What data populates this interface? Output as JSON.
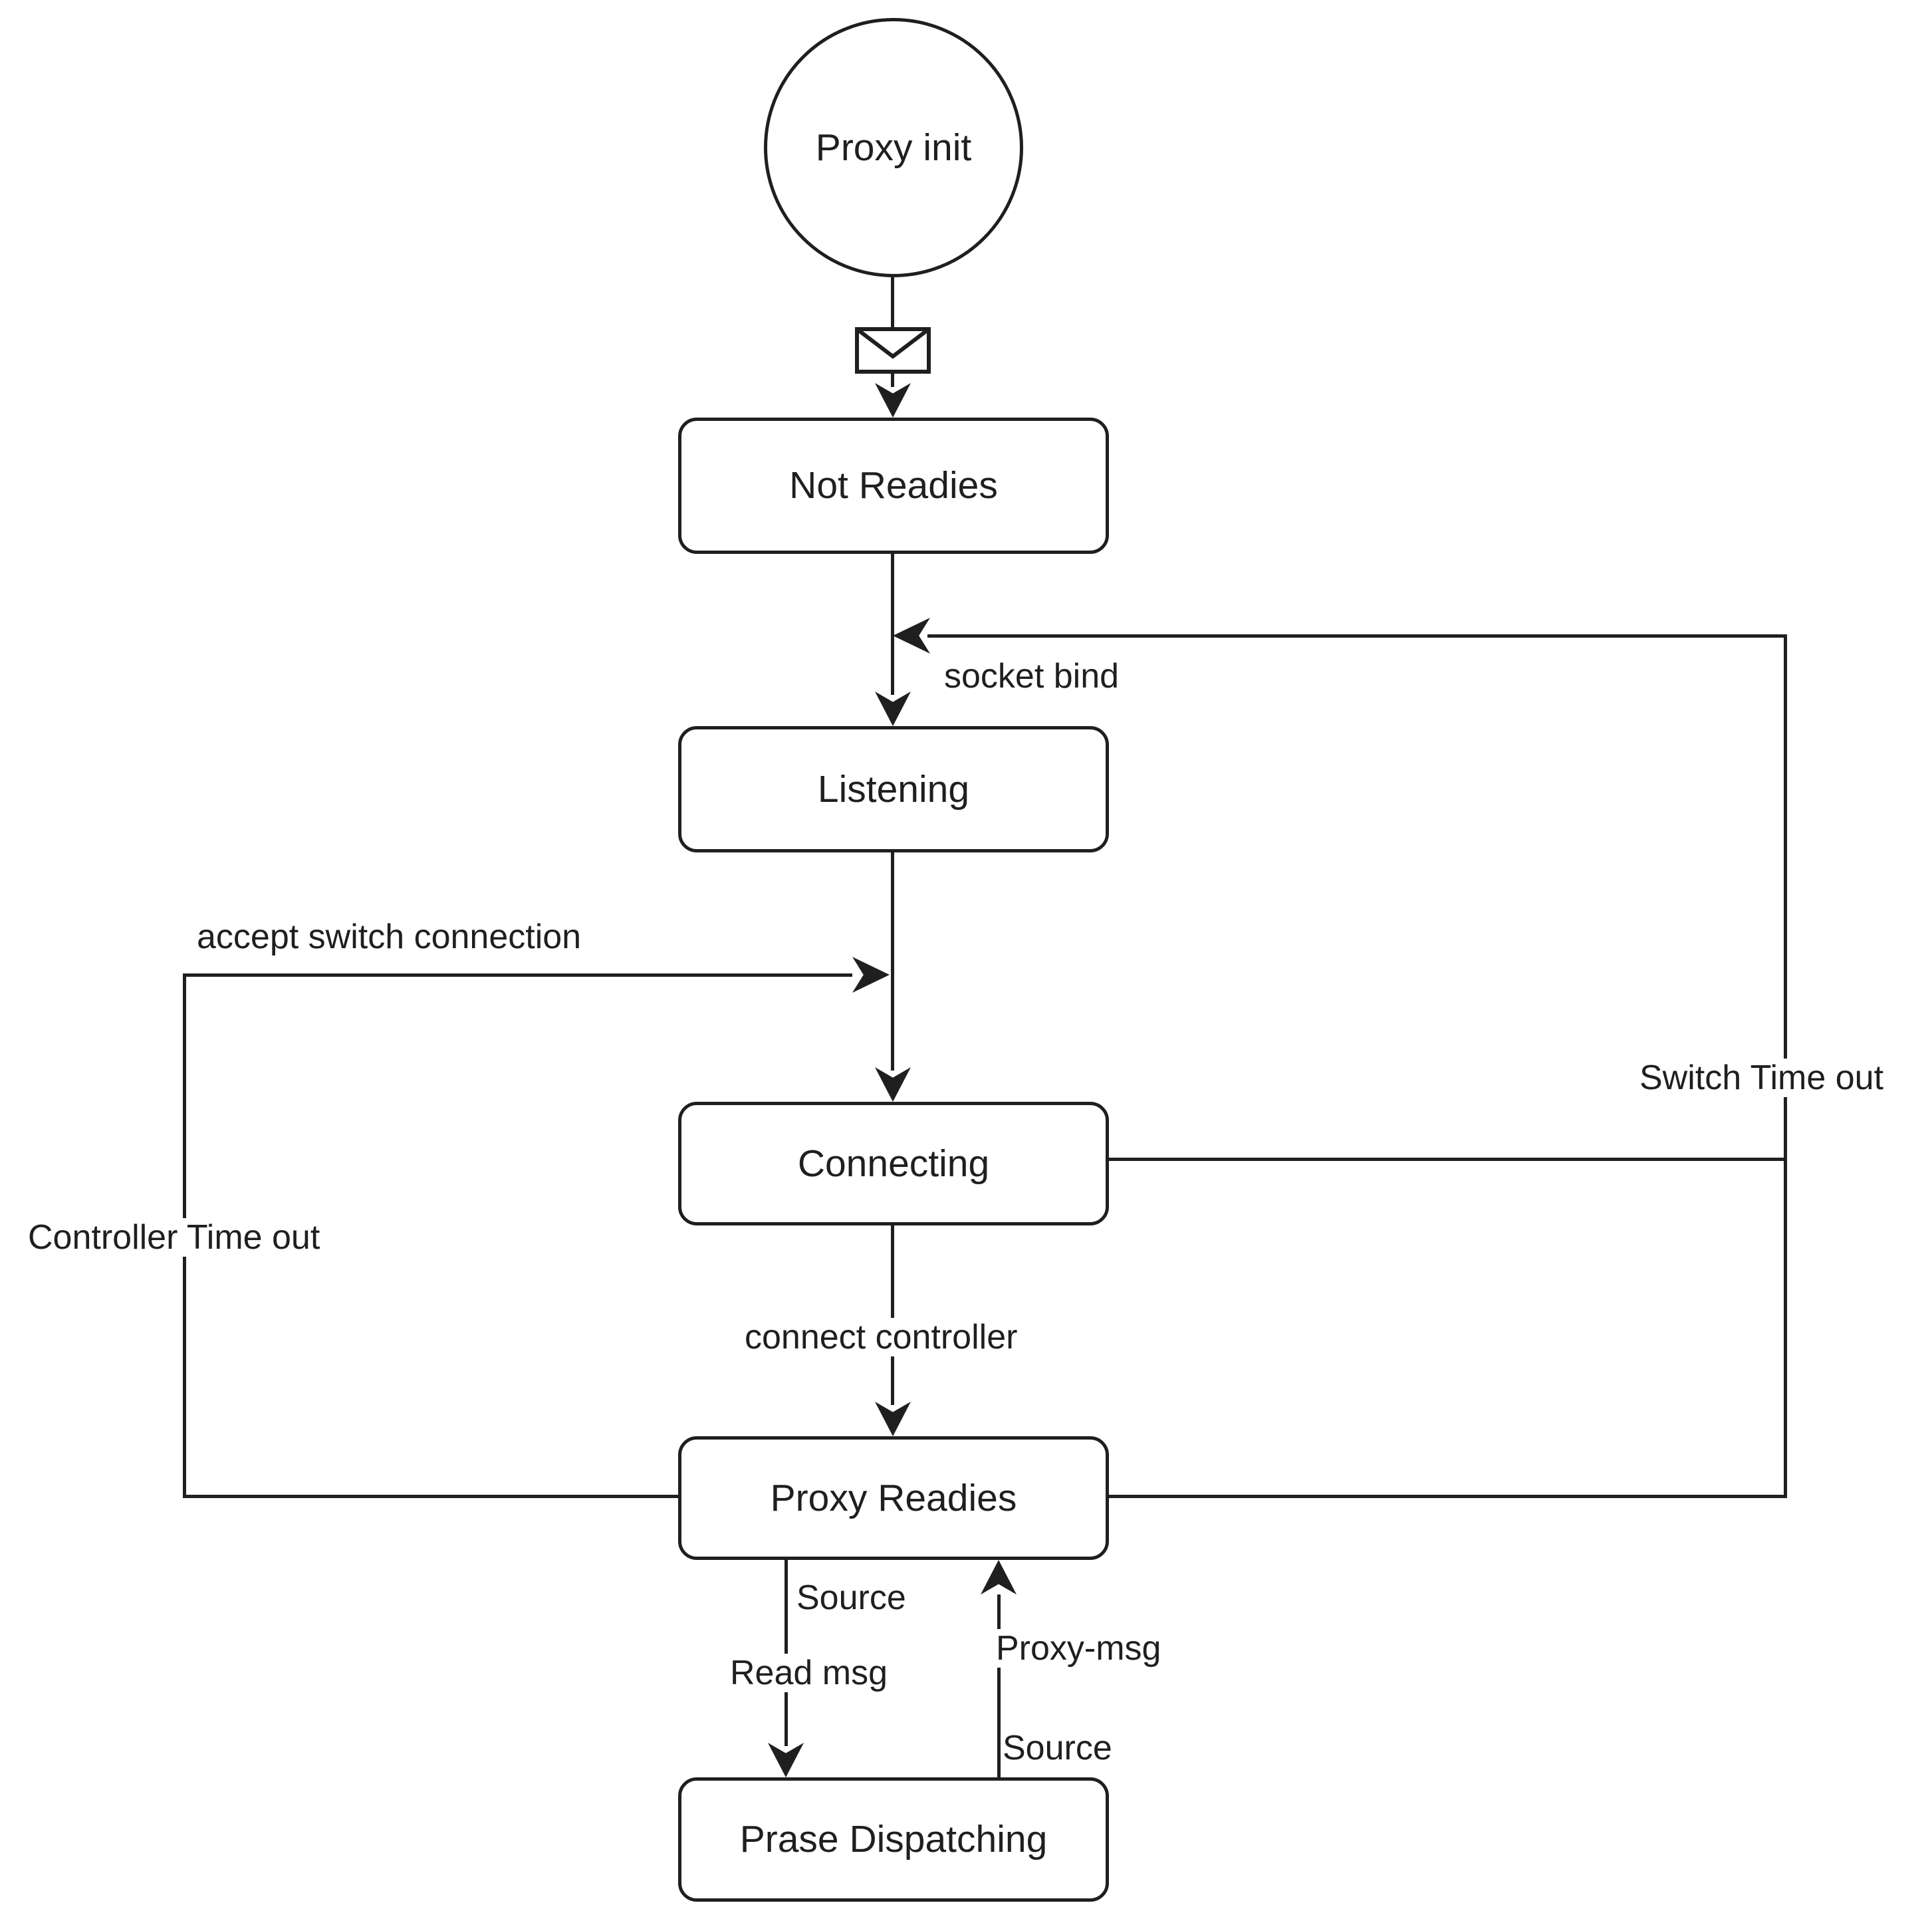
{
  "colors": {
    "stroke": "#1f1f1f",
    "text": "#1f1f1f",
    "background": "#ffffff"
  },
  "diagram": {
    "start": {
      "label": "Proxy init"
    },
    "states": {
      "not_readies": {
        "label": "Not Readies"
      },
      "listening": {
        "label": "Listening"
      },
      "connecting": {
        "label": "Connecting"
      },
      "proxy_readies": {
        "label": "Proxy Readies"
      },
      "prase_dispatching": {
        "label": "Prase Dispatching"
      }
    },
    "transitions": {
      "init": {
        "from": "Proxy init",
        "to": "Not Readies",
        "icon": "envelope-icon"
      },
      "socket_bind": {
        "label": "socket bind",
        "from": "Not Readies",
        "to": "Listening"
      },
      "accept_switch_connection": {
        "label": "accept switch connection",
        "from": "Controller Time out loop",
        "to": "Connecting"
      },
      "switch_time_out": {
        "label": "Switch Time out",
        "from": "Connecting",
        "to": "socket bind junction"
      },
      "controller_time_out": {
        "label": "Controller Time out",
        "from": "Proxy Readies",
        "to": "accept switch connection junction"
      },
      "connect_controller": {
        "label": "connect controller",
        "from": "Connecting",
        "to": "Proxy Readies"
      },
      "read_msg": {
        "source_label": "Source",
        "label": "Read msg",
        "from": "Proxy Readies",
        "to": "Prase Dispatching"
      },
      "proxy_msg": {
        "label": "Proxy-msg",
        "source_label": "Source",
        "from": "Prase Dispatching",
        "to": "Proxy Readies"
      }
    }
  }
}
